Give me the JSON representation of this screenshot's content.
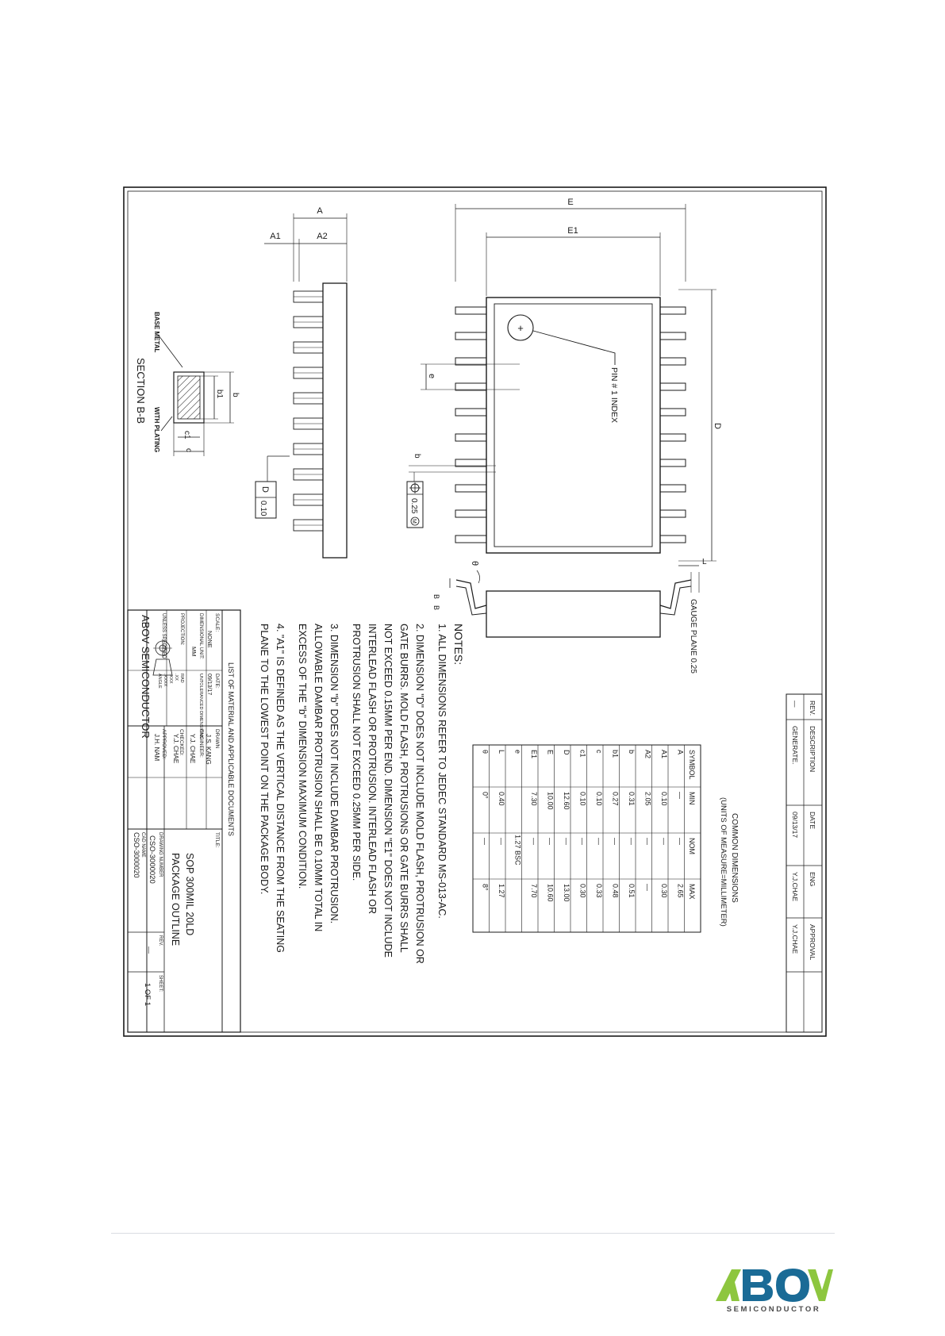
{
  "drawing": {
    "dims": {
      "E": "E",
      "E1": "E1",
      "D": "D",
      "e": "e",
      "b": "b",
      "b1": "b1",
      "c": "c",
      "c1": "c1",
      "A": "A",
      "A1": "A1",
      "A2": "A2",
      "L": "L",
      "theta": "θ",
      "BB": "B",
      "datum": "D",
      "tol_profile": "0.10",
      "tol_position": "0.25",
      "mmc": "M"
    },
    "labels": {
      "pin_index": "PIN # 1 INDEX",
      "gauge_plane": "GAUGE PLANE 0.25",
      "base_metal": "BASE METAL",
      "with_plating": "WITH PLATING",
      "section": "SECTION B-B"
    }
  },
  "notes": {
    "heading": "NOTES:",
    "lines": [
      "1. ALL DIMENSIONS REFER TO JEDEC STANDARD MS-013-AC.",
      "2. DIMENSION \"D\" DOES NOT INCLUDE MOLD FLASH, PROTRUSION OR",
      "    GATE BURRS. MOLD FLASH, PROTRUSIONS OR GATE BURRS SHALL",
      "    NOT EXCEED 0.15MM PER END. DIMENSION \"E1\" DOES NOT INCLUDE",
      "    INTERLEAD FLASH OR PROTRUSION. INTERLEAD FLASH OR",
      "    PROTRUSION SHALL NOT EXCEED 0.25MM PER SIDE.",
      "3. DIMENSION \"b\" DOES NOT INCLUDE DAMBAR PROTRUSION.",
      "    ALLOWABLE DAMBAR PROTRUSION SHALL BE 0.10MM TOTAL IN",
      "    EXCESS OF THE \"b\" DIMENSION MAXIMUM CONDITION.",
      "4. \"A1\" IS DEFINED AS THE VERTICAL DISTANCE FROM THE SEATING",
      "    PLANE TO THE LOWEST POINT ON THE PACKAGE BODY."
    ]
  },
  "revision": {
    "headers": [
      "REV.",
      "DESCRIPTION",
      "DATE",
      "ENG",
      "APPROVAL"
    ],
    "row": [
      "—",
      "GENERATE.",
      "09/13/17",
      "Y.J.CHAE",
      "Y.J.CHAE"
    ]
  },
  "dimensions_table": {
    "title": "COMMON DIMENSIONS",
    "subtitle": "(UNITS OF MEASURE=MILLIMETER)",
    "headers": [
      "SYMBOL",
      "MIN",
      "NOM",
      "MAX"
    ],
    "rows": [
      [
        "A",
        "—",
        "—",
        "2.65"
      ],
      [
        "A1",
        "0.10",
        "—",
        "0.30"
      ],
      [
        "A2",
        "2.05",
        "—",
        "—"
      ],
      [
        "b",
        "0.31",
        "—",
        "0.51"
      ],
      [
        "b1",
        "0.27",
        "—",
        "0.48"
      ],
      [
        "c",
        "0.10",
        "—",
        "0.33"
      ],
      [
        "c1",
        "0.10",
        "—",
        "0.30"
      ],
      [
        "D",
        "12.60",
        "—",
        "13.00"
      ],
      [
        "E",
        "10.00",
        "—",
        "10.60"
      ],
      [
        "E1",
        "7.30",
        "—",
        "7.70"
      ],
      [
        "e",
        "",
        "1.27 BSC",
        ""
      ],
      [
        "L",
        "0.40",
        "—",
        "1.27"
      ],
      [
        "θ",
        "0°",
        "—",
        "8°"
      ]
    ]
  },
  "title_block": {
    "list_of_material": "LIST OF MATERIAL AND APPLICABLE DOCUMENTS",
    "scale_label": "SCALE:",
    "scale": "NONE",
    "date_label": "DATE:",
    "date": "09/13/17",
    "drawn_label": "DRAWN",
    "drawn": "J.S. KANG",
    "title_label": "TITLE:",
    "title_line1": "SOP 300MIL 20LD",
    "title_line2": "PACKAGE OUTLINE",
    "dimensional_unit_label": "DIMENSIONAL UNIT:",
    "dimensional_unit": "MM",
    "untoleranced_label": "UNTOLERANCED DIMENSIONS",
    "engineer_label": "ENGINEER:",
    "engineer": "Y.J. CHAE",
    "projection_label": "PROJECTION:",
    "tolerance_rows": [
      "RAD",
      ".XX",
      ".XXX",
      ".XXXX",
      "ANGLE"
    ],
    "checked_label": "CHECKED:",
    "checked": "Y.J. CHAE",
    "unless_label": "UNLESS SPECIFIED",
    "approved_label": "APPROVED:",
    "approved": "J.H. NAM",
    "company": "ABOV SEMICONDUCTOR",
    "cad_label": "CAD NAME",
    "cad": "CSO-3000020",
    "drawing_number_label": "DRAWING NUMBER",
    "drawing_number": "CSO-3000020",
    "rev_label": "REV.",
    "rev": "—",
    "sheet_label": "SHEET:",
    "sheet": "1 OF 1"
  },
  "logo": {
    "word": "ABOV",
    "sub": "SEMICONDUCTOR",
    "color_green": "#8dc63f",
    "color_blue": "#1a6b96"
  }
}
